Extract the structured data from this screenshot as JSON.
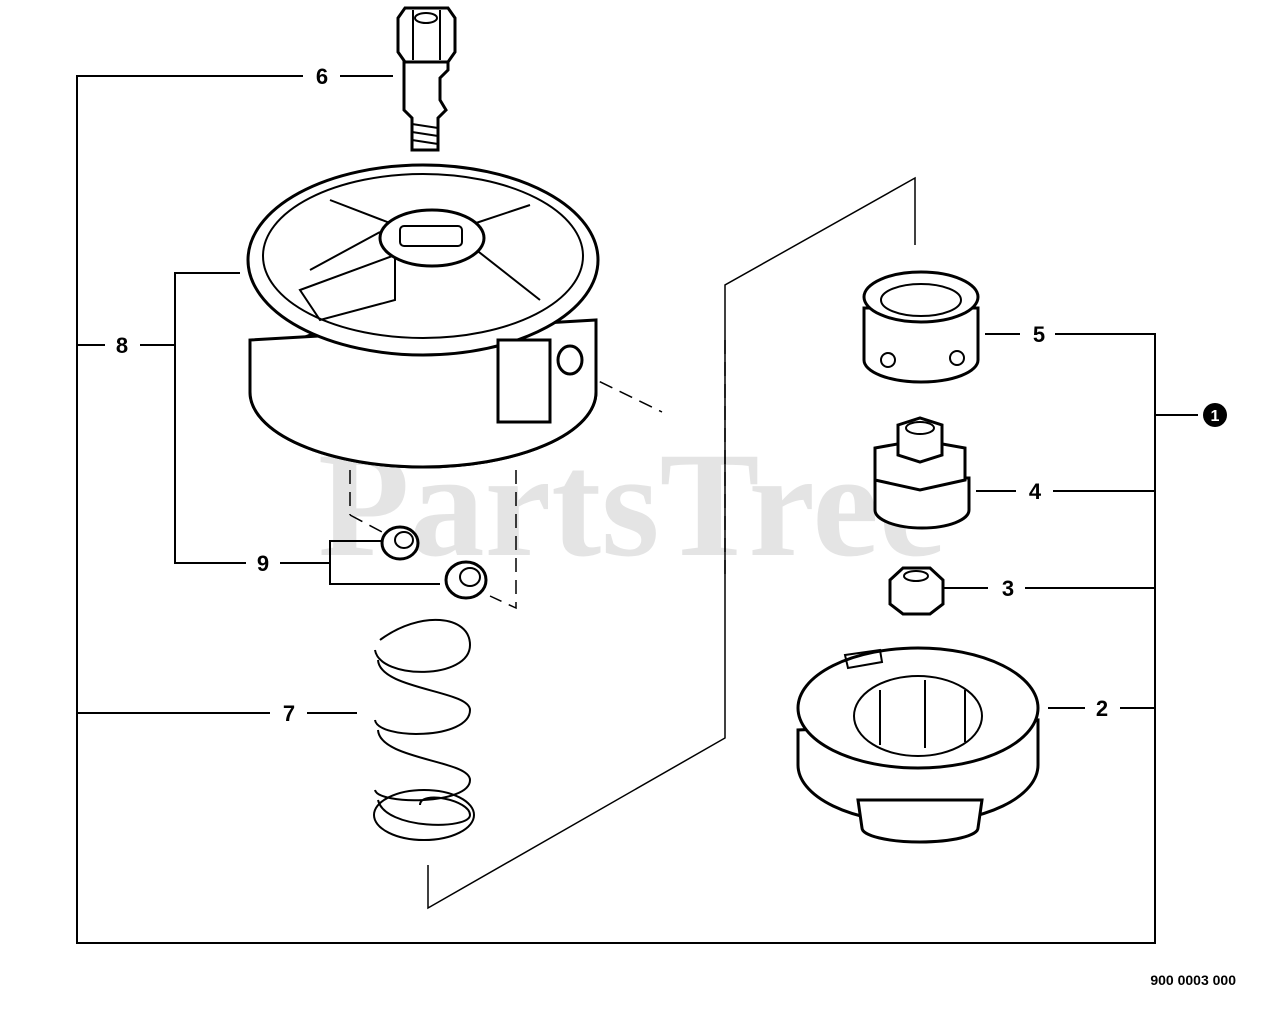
{
  "diagram": {
    "figure_code": "900 0003 000",
    "watermark": "PartsTree",
    "callouts": {
      "kit": "1",
      "p2": "2",
      "p3": "3",
      "p4": "4",
      "p5": "5",
      "p6": "6",
      "p7": "7",
      "p8": "8",
      "p9": "9"
    }
  }
}
